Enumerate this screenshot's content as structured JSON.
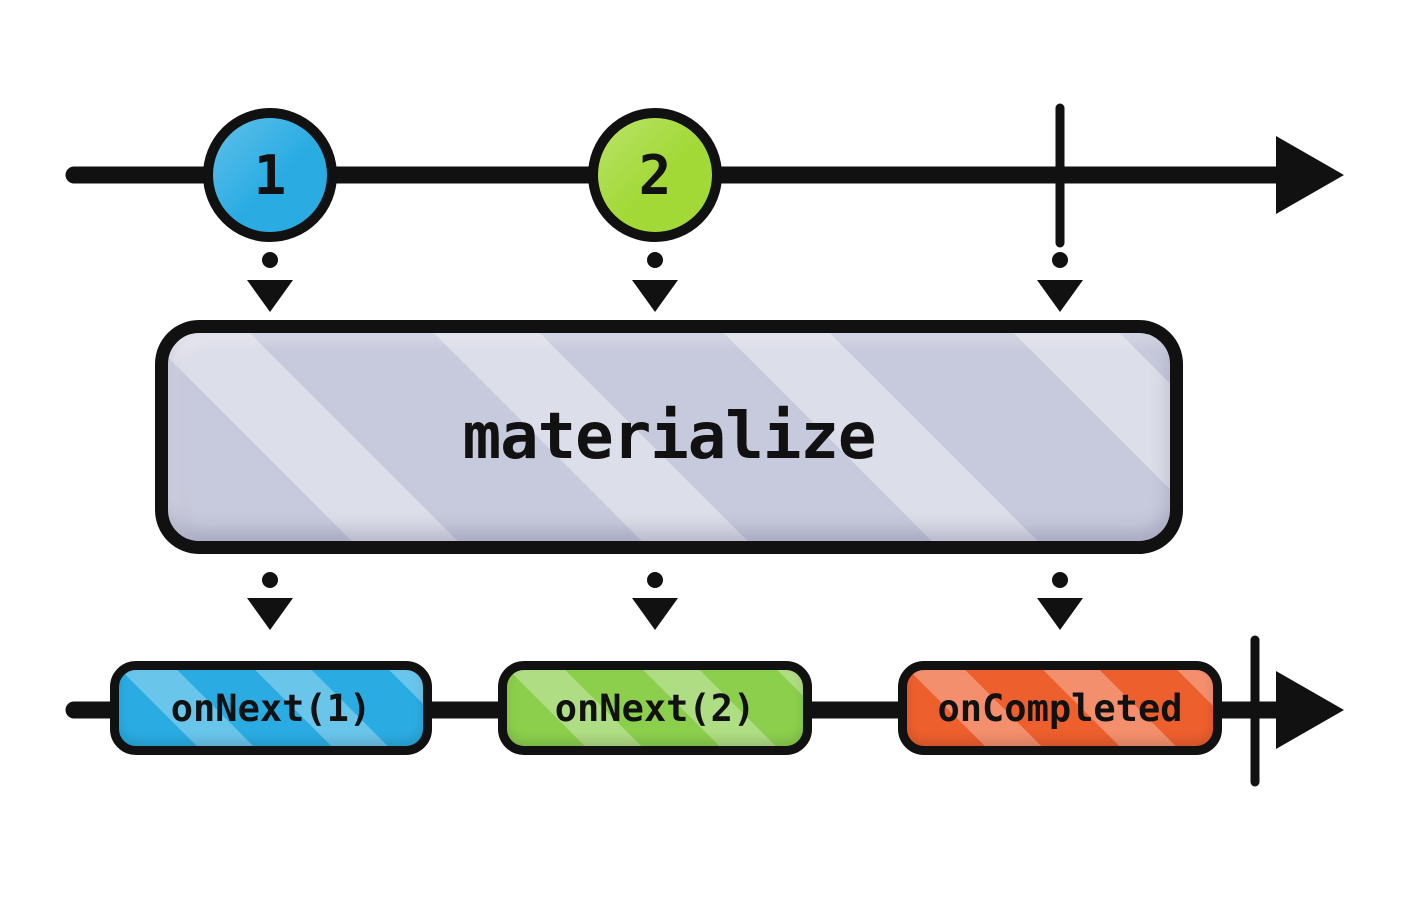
{
  "diagram": {
    "kind": "marble-diagram",
    "operator": {
      "label": "materialize",
      "box_color": "#c7c9dc"
    },
    "source_timeline": {
      "marbles": [
        {
          "label": "1",
          "color": "#2aace3"
        },
        {
          "label": "2",
          "color": "#a2d936"
        }
      ],
      "has_completion_tick": true
    },
    "result_timeline": {
      "events": [
        {
          "label": "onNext(1)",
          "color": "#2aace3"
        },
        {
          "label": "onNext(2)",
          "color": "#8ccf4d"
        },
        {
          "label": "onCompleted",
          "color": "#ee5f2e"
        }
      ],
      "has_completion_tick": true
    },
    "stroke_color": "#111111"
  }
}
